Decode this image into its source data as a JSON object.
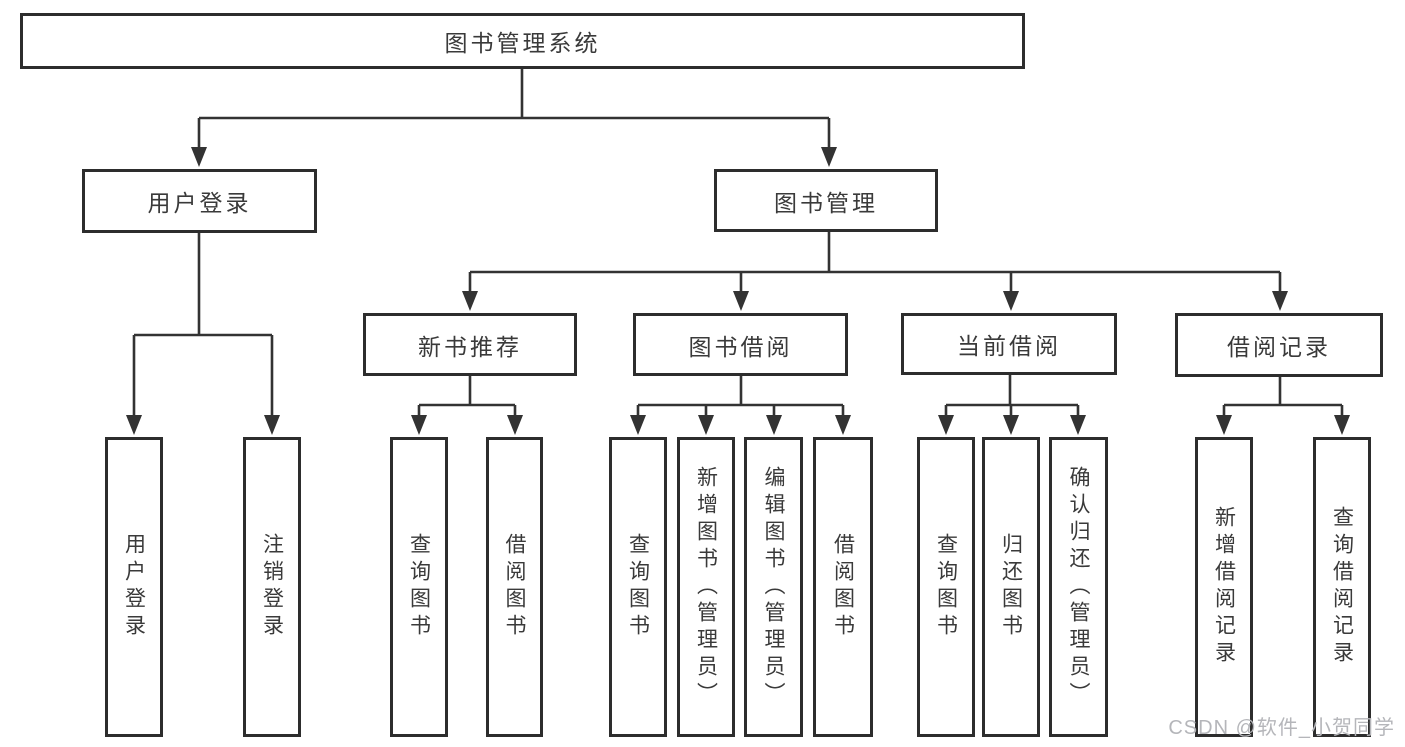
{
  "colors": {
    "background": "#ffffff",
    "box_border": "#2d2d2d",
    "connector_line": "#333333",
    "text": "#3a3a3a",
    "watermark_text": "#b5b6ba"
  },
  "watermark": {
    "text": "CSDN @软件_小贺同学"
  },
  "tree": {
    "label": "图书管理系统",
    "children": [
      {
        "label": "用户登录",
        "children": [
          {
            "label": "用户登录"
          },
          {
            "label": "注销登录"
          }
        ]
      },
      {
        "label": "图书管理",
        "children": [
          {
            "label": "新书推荐",
            "children": [
              {
                "label": "查询图书"
              },
              {
                "label": "借阅图书"
              }
            ]
          },
          {
            "label": "图书借阅",
            "children": [
              {
                "label": "查询图书"
              },
              {
                "label": "新增图书（管理员）"
              },
              {
                "label": "编辑图书（管理员）"
              },
              {
                "label": "借阅图书"
              }
            ]
          },
          {
            "label": "当前借阅",
            "children": [
              {
                "label": "查询图书"
              },
              {
                "label": "归还图书"
              },
              {
                "label": "确认归还（管理员）"
              }
            ]
          },
          {
            "label": "借阅记录",
            "children": [
              {
                "label": "新增借阅记录"
              },
              {
                "label": "查询借阅记录"
              }
            ]
          }
        ]
      }
    ]
  }
}
